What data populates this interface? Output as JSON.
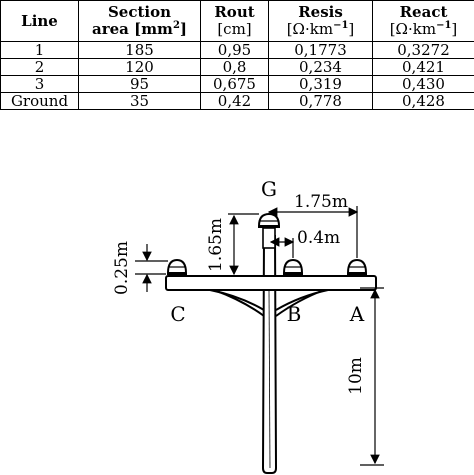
{
  "table": {
    "headers": [
      {
        "line1": "Line",
        "line2": ""
      },
      {
        "line1": "Section",
        "line2": "area [mm",
        "sup": "2",
        "tail": "]"
      },
      {
        "line1": "Rout",
        "line2": "[cm]"
      },
      {
        "line1": "Resis",
        "line2": "[Ω·km",
        "sup": "−1",
        "tail": "]"
      },
      {
        "line1": "React",
        "line2": "[Ω·km",
        "sup": "−1",
        "tail": "]"
      }
    ],
    "rows": [
      [
        "1",
        "185",
        "0,95",
        "0,1773",
        "0,3272"
      ],
      [
        "2",
        "120",
        "0,8",
        "0,234",
        "0,421"
      ],
      [
        "3",
        "95",
        "0,675",
        "0,319",
        "0,430"
      ],
      [
        "Ground",
        "35",
        "0,42",
        "0,778",
        "0,428"
      ]
    ]
  },
  "figure": {
    "conductor_labels": {
      "ground": "G",
      "left": "C",
      "middle": "B",
      "right": "A"
    },
    "dimensions": {
      "ground_to_right": "1.75m",
      "ground_to_middle": "0.4m",
      "ground_height": "1.65m",
      "insulator_height": "0.25m",
      "pole_height": "10m"
    }
  }
}
